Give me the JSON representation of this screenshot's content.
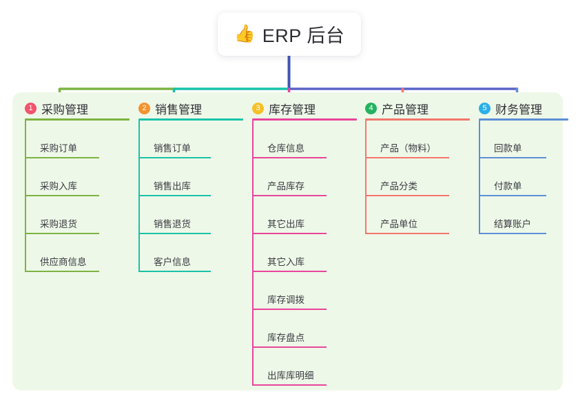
{
  "root": {
    "emoji": "👍",
    "icon_name": "thumbs-up-icon",
    "title": "ERP 后台"
  },
  "colors": {
    "panel_bg": "#eef8e8",
    "root_stem": "#4055b5",
    "trunk_right": "#5a63c6",
    "branch_1": "#7cb342",
    "branch_2": "#17c2a8",
    "branch_3": "#e8449b",
    "branch_4": "#f4756c",
    "branch_5": "#5b8ed6",
    "badge_1": "#f2536d",
    "badge_2": "#f5922f",
    "badge_3": "#f6c026",
    "badge_4": "#25b260",
    "badge_5": "#2ab0e8"
  },
  "branches": [
    {
      "number": "1",
      "label": "采购管理",
      "badge_color": "#f2536d",
      "line_color": "#7cb342",
      "children": [
        "采购订单",
        "采购入库",
        "采购退货",
        "供应商信息"
      ]
    },
    {
      "number": "2",
      "label": "销售管理",
      "badge_color": "#f5922f",
      "line_color": "#17c2a8",
      "children": [
        "销售订单",
        "销售出库",
        "销售退货",
        "客户信息"
      ]
    },
    {
      "number": "3",
      "label": "库存管理",
      "badge_color": "#f6c026",
      "line_color": "#e8449b",
      "children": [
        "仓库信息",
        "产品库存",
        "其它出库",
        "其它入库",
        "库存调拨",
        "库存盘点",
        "出库库明细"
      ]
    },
    {
      "number": "4",
      "label": "产品管理",
      "badge_color": "#25b260",
      "line_color": "#f4756c",
      "children": [
        "产品（物料）",
        "产品分类",
        "产品单位"
      ]
    },
    {
      "number": "5",
      "label": "财务管理",
      "badge_color": "#2ab0e8",
      "line_color": "#5b8ed6",
      "children": [
        "回款单",
        "付款单",
        "结算账户"
      ]
    }
  ]
}
